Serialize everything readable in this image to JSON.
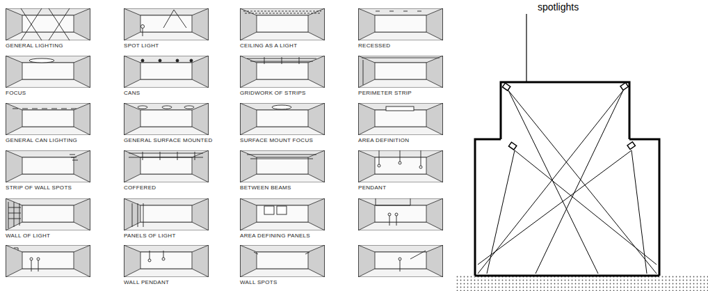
{
  "diagram": {
    "nodes": [
      {
        "text": [
          "GENERAL LIGHTING"
        ]
      },
      {
        "text": [
          "SPOT LIGHT"
        ]
      },
      {
        "text": [
          "CEILING AS A LIGHT"
        ]
      },
      {
        "text": [
          "RECESSED"
        ]
      },
      {
        "text": [
          "FOCUS"
        ]
      },
      {
        "text": [
          "CANS"
        ]
      },
      {
        "text": [
          "GRIDWORK OF STRIPS"
        ]
      },
      {
        "text": [
          "PERIMETER STRIP"
        ]
      },
      {
        "text": [
          "GENERAL CAN LIGHTING"
        ]
      },
      {
        "text": [
          "GENERAL SURFACE MOUNTED"
        ]
      },
      {
        "text": [
          "SURFACE MOUNT FOCUS"
        ]
      },
      {
        "text": [
          "AREA DEFINITION"
        ]
      },
      {
        "text": [
          "STRIP OF WALL SPOTS"
        ]
      },
      {
        "text": [
          "COFFERED"
        ]
      },
      {
        "text": [
          "BETWEEN BEAMS"
        ]
      },
      {
        "text": [
          "PENDANT"
        ]
      },
      {
        "text": [
          "WALL OF LIGHT"
        ]
      },
      {
        "text": [
          "PANELS OF LIGHT"
        ]
      },
      {
        "text": [
          "AREA DEFINING PANELS"
        ]
      },
      {
        "text": [
          "WALL PENDANT"
        ]
      },
      {
        "text": [
          "WALL SPOTS"
        ]
      }
    ],
    "labels": [
      "spotlights"
    ]
  }
}
